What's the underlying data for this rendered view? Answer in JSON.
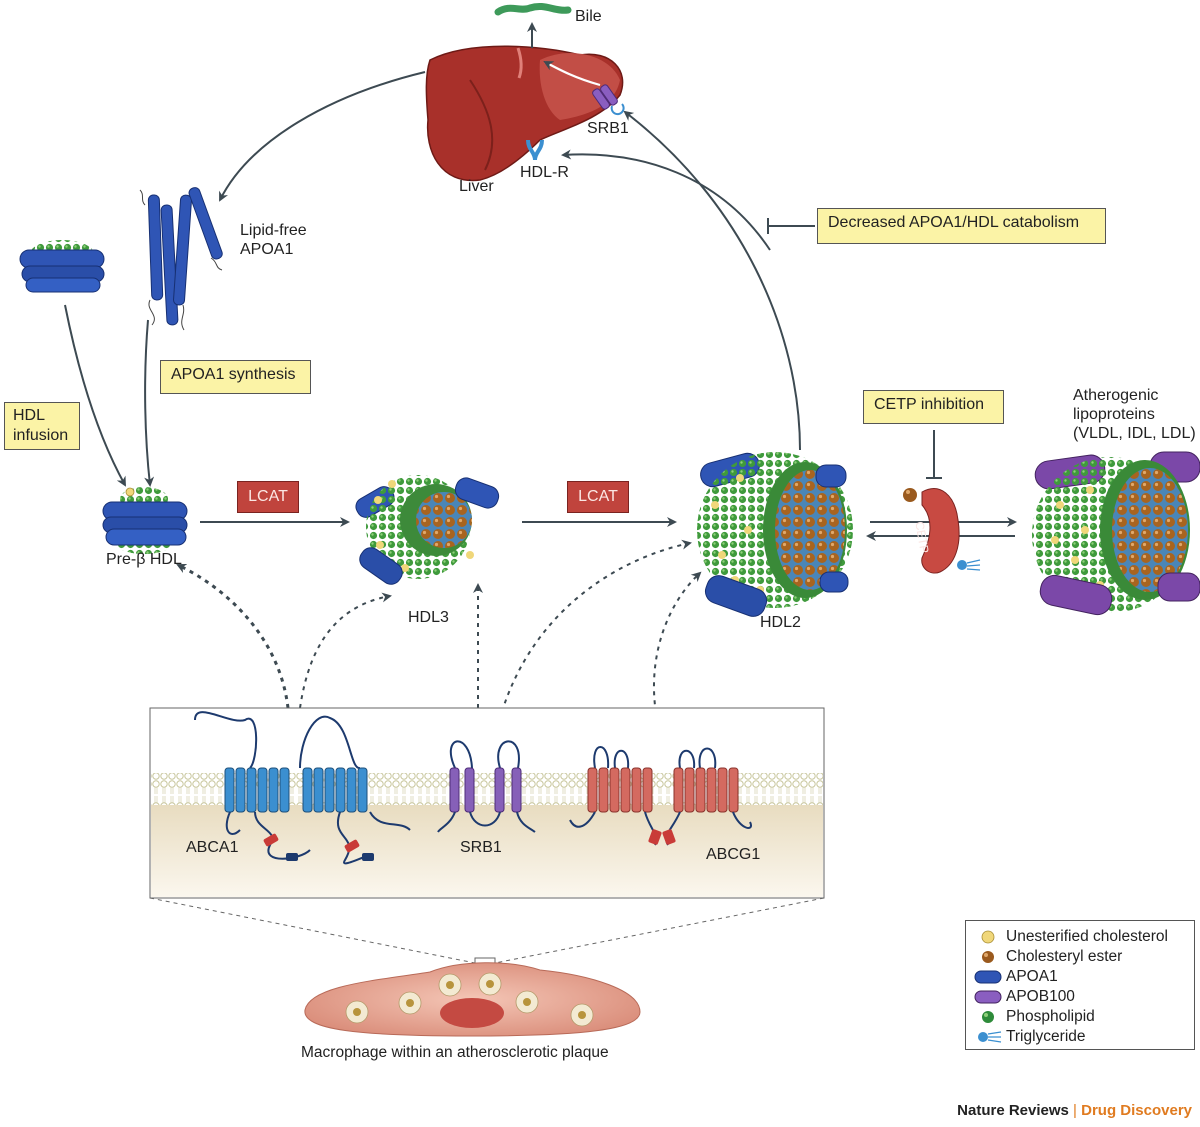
{
  "labels": {
    "bile": "Bile",
    "liver": "Liver",
    "srb1_liver": "SRB1",
    "hdl_r": "HDL-R",
    "lipid_free_apoa1": [
      "Lipid-free",
      "APOA1"
    ],
    "pre_beta_hdl": "Pre-β HDL",
    "hdl3": "HDL3",
    "hdl2": "HDL2",
    "atherogenic": [
      "Atherogenic",
      "lipoproteins",
      "(VLDL, IDL, LDL)"
    ],
    "cetp": "CETP",
    "abca1": "ABCA1",
    "srb1_membrane": "SRB1",
    "abcg1": "ABCG1",
    "macrophage": "Macrophage within an atherosclerotic plaque"
  },
  "boxes": {
    "decreased_catabolism": "Decreased APOA1/HDL catabolism",
    "apoa1_synthesis": "APOA1 synthesis",
    "hdl_infusion": [
      "HDL",
      "infusion"
    ],
    "cetp_inhibition": "CETP inhibition",
    "lcat_1": "LCAT",
    "lcat_2": "LCAT"
  },
  "legend": [
    {
      "icon": "unesterified-cholesterol-icon",
      "label": "Unesterified cholesterol"
    },
    {
      "icon": "cholesteryl-ester-icon",
      "label": "Cholesteryl ester"
    },
    {
      "icon": "apoa1-icon",
      "label": "APOA1"
    },
    {
      "icon": "apob100-icon",
      "label": "APOB100"
    },
    {
      "icon": "phospholipid-icon",
      "label": "Phospholipid"
    },
    {
      "icon": "triglyceride-icon",
      "label": "Triglyceride"
    }
  ],
  "credit": {
    "journal": "Nature Reviews",
    "separator": "|",
    "section": "Drug Discovery"
  },
  "colors": {
    "apoa1": "#2f55b5",
    "apob100": "#7b48a8",
    "phospholipid": "#2e8b3a",
    "unesterified_cholesterol": "#f0d77a",
    "cholesteryl_ester": "#9a5a1e",
    "liver": "#a5302a",
    "lcat_box": "#c0443d",
    "note_box": "#fbf3a6",
    "abca1": "#3b8fd0",
    "srb1": "#8660b8",
    "abcg1": "#d46a60",
    "credit_accent": "#e07b20"
  }
}
